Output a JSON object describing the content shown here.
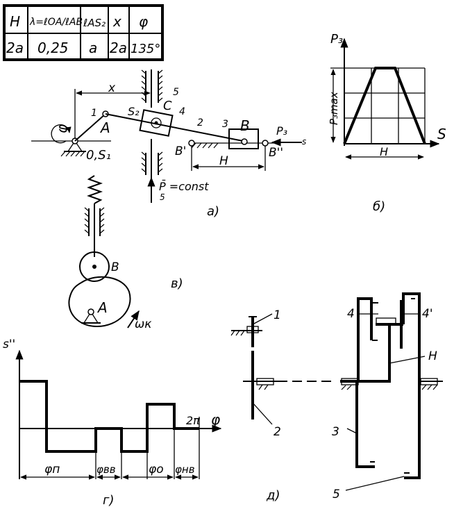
{
  "table": {
    "headers": [
      "H",
      "λ=ℓOA/ℓAB",
      "ℓAS₂",
      "x",
      "φ"
    ],
    "values": [
      "2a",
      "0,25",
      "a",
      "2a",
      "135°"
    ]
  },
  "fig_a": {
    "caption": "a)",
    "labels": {
      "x": "x",
      "phi": "φ",
      "link1": "1",
      "A": "A",
      "S2": "S₂",
      "C": "C",
      "link5": "5",
      "link4": "4",
      "link2": "2",
      "link3": "3",
      "B": "B",
      "P3": "P₃",
      "s": "s",
      "O": "0,S₁",
      "B1": "B'",
      "H": "H",
      "B2": "B''",
      "P5": "P̄ =const",
      "P5sub": "5"
    }
  },
  "fig_b": {
    "caption": "б)",
    "labels": {
      "ylabel": "P₃",
      "pmax": "P₃max",
      "xlabel": "S",
      "H": "H"
    }
  },
  "fig_v": {
    "caption": "в)",
    "labels": {
      "B": "B",
      "A": "A",
      "omega": "ωк"
    }
  },
  "fig_g": {
    "caption": "г)",
    "labels": {
      "ylabel": "s''",
      "xlabel": "φ",
      "twopi": "2π",
      "phi_p": "φп",
      "phi_vv": "φвв",
      "phi_o": "φо",
      "phi_nv": "φнв"
    }
  },
  "fig_d": {
    "caption": "д)",
    "labels": {
      "g1": "1",
      "g2": "2",
      "g3": "3",
      "g4": "4",
      "g4p": "4'",
      "H": "H",
      "g5": "5"
    }
  }
}
